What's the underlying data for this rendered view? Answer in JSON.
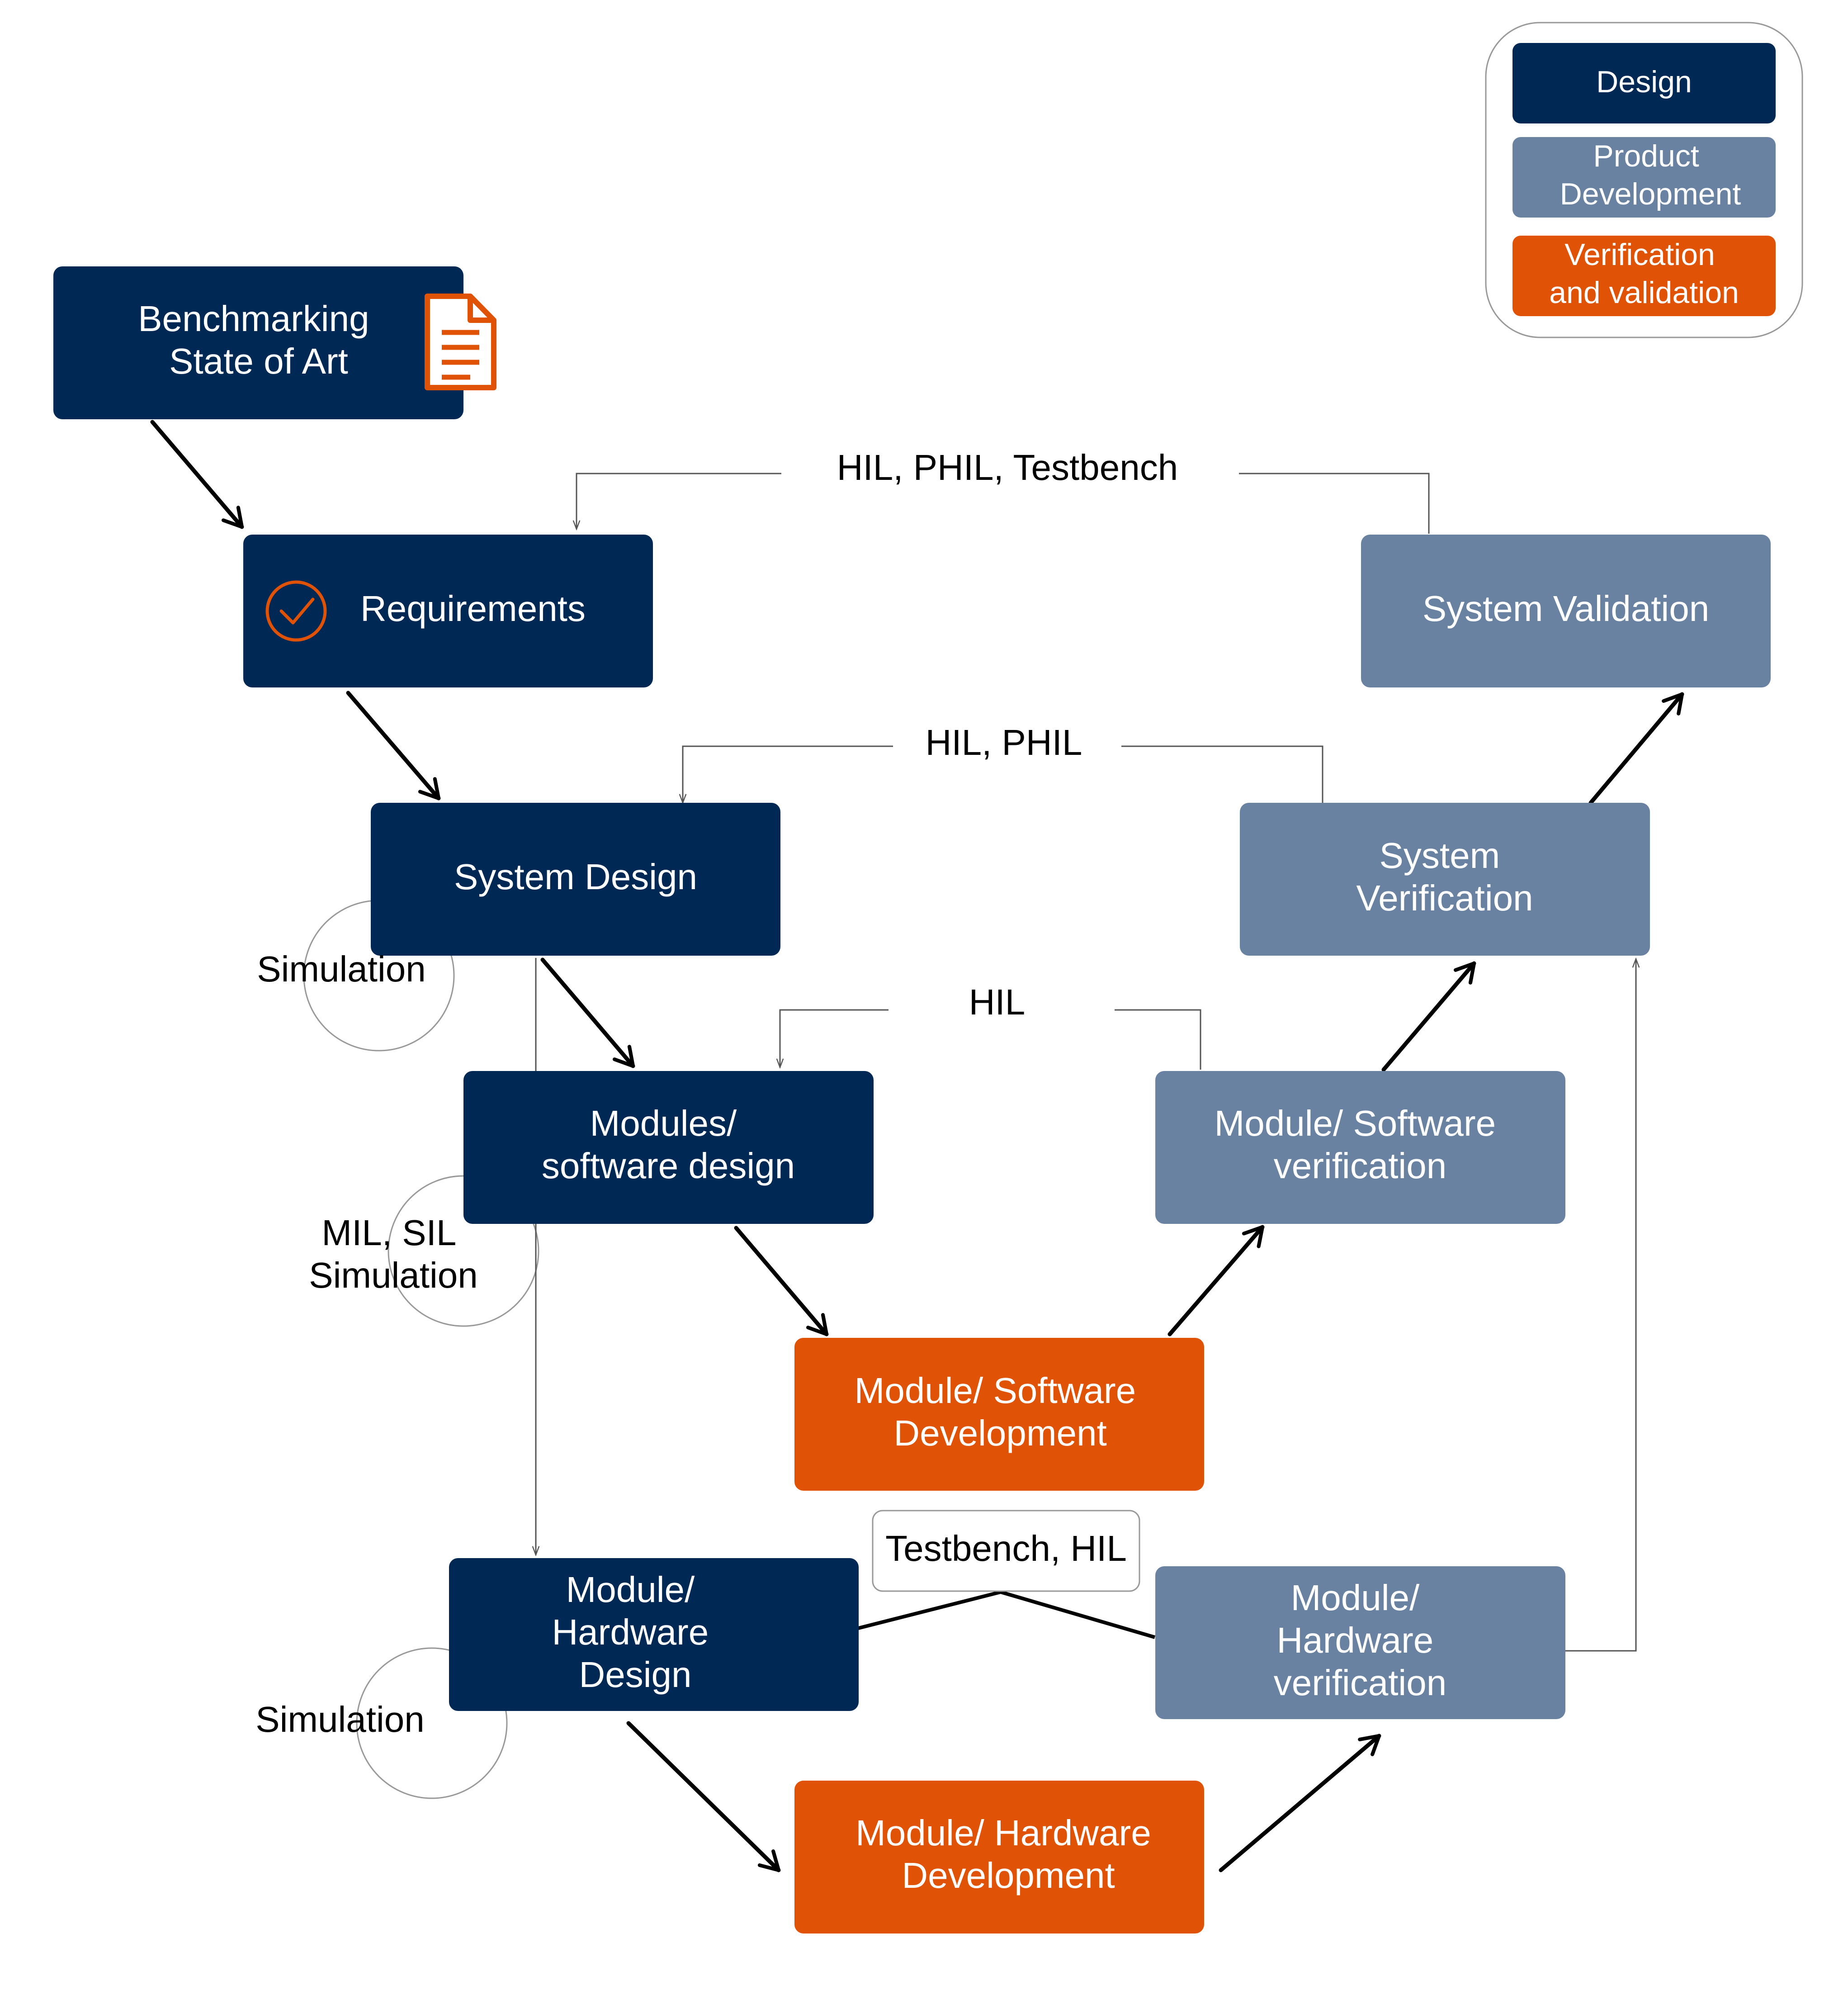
{
  "colors": {
    "design": "#002855",
    "product_development": "#6a82a1",
    "verification_validation": "#e05206"
  },
  "legend": {
    "design": "Design",
    "product_development": [
      "Product",
      "Development"
    ],
    "verification_validation": [
      "Verification",
      "and validation"
    ]
  },
  "icons": {
    "document": "document-icon",
    "check": "check-circle-icon"
  },
  "boxes": {
    "benchmarking": [
      "Benchmarking",
      "State of Art"
    ],
    "requirements": [
      "Requirements"
    ],
    "system_design": [
      "System Design"
    ],
    "modules_software_design": [
      "Modules/",
      "software design"
    ],
    "module_software_development": [
      "Module/ Software",
      "Development"
    ],
    "module_hardware_design": [
      "Module/",
      "Hardware",
      "Design"
    ],
    "module_hardware_development": [
      "Module/ Hardware",
      "Development"
    ],
    "system_validation": [
      "System Validation"
    ],
    "system_verification": [
      "System",
      "Verification"
    ],
    "module_software_verification": [
      "Module/ Software",
      "verification"
    ],
    "module_hardware_verification": [
      "Module/",
      "Hardware",
      "verification"
    ]
  },
  "labels": {
    "hil_phil_testbench": "HIL, PHIL, Testbench",
    "hil_phil": "HIL, PHIL",
    "hil": "HIL",
    "testbench_hil": "Testbench, HIL",
    "simulation_top": [
      "Simulation"
    ],
    "mil_sil_simulation": [
      "MIL, SIL",
      "Simulation"
    ],
    "simulation_bottom": [
      "Simulation"
    ]
  }
}
